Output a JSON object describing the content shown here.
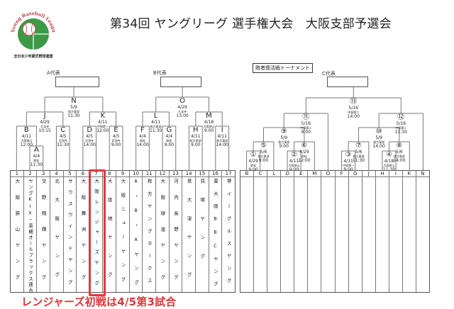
{
  "logo": {
    "arc_text": "Young Baseball League",
    "org": "全日本少年硬式野球連盟",
    "green": "#3a9a46",
    "red": "#c0393e"
  },
  "title": "第34回 ヤングリーグ 選手権大会　大阪支部予選会",
  "representatives": {
    "a": "A代表",
    "b": "B代表",
    "c": "C代表"
  },
  "loser_bracket_title": "敗者復活戦トーナメント",
  "teams": [
    {
      "no": "1",
      "name": "大阪狭山ヤング"
    },
    {
      "no": "2",
      "name": "ヤングKIX・高槻オールブラックス連合"
    },
    {
      "no": "3",
      "name": "交野翔輝ヤング"
    },
    {
      "no": "4",
      "name": "北大阪ヤング"
    },
    {
      "no": "5",
      "name": "サウスウインドヤング"
    },
    {
      "no": "6",
      "name": "大阪舞洲ヤング"
    },
    {
      "no": "7",
      "name": "大阪レンジャーズヤング"
    },
    {
      "no": "8",
      "name": "大阪暁ヤング"
    },
    {
      "no": "9",
      "name": "大阪ニューヤング"
    },
    {
      "no": "10",
      "name": "R・B・Aヤング"
    },
    {
      "no": "11",
      "name": "枚方ヤングホークス"
    },
    {
      "no": "12",
      "name": "大阪球道ヤング"
    },
    {
      "no": "13",
      "name": "河内長野ヤング"
    },
    {
      "no": "14",
      "name": "泉大津ヤング"
    },
    {
      "no": "15",
      "name": "貝塚ヤング"
    },
    {
      "no": "16",
      "name": "東大阪BBCヤング"
    },
    {
      "no": "17",
      "name": "堺イーグルスヤング"
    }
  ],
  "loser_slots": [
    "B",
    "C",
    "L",
    "D",
    "E",
    "M",
    "O",
    "F",
    "G",
    "J",
    "H",
    "I",
    "K",
    "N"
  ],
  "matches": {
    "A": {
      "id": "A",
      "date": "4/4",
      "venue": "助松",
      "time": "11:30"
    },
    "B": {
      "id": "B",
      "date": "4/11",
      "venue": "大阪狭山",
      "time": "12:00"
    },
    "C": {
      "id": "C",
      "date": "4/5",
      "venue": "忍頂寺",
      "time": "11:30"
    },
    "D": {
      "id": "D",
      "date": "4/5",
      "venue": "忍頂寺",
      "time": "14:00"
    },
    "E": {
      "id": "E",
      "date": "4/5",
      "venue": "忍頂寺",
      "time": "9:00"
    },
    "J": {
      "id": "J",
      "date": "4/29",
      "venue": "久宝寺",
      "time": "10:15"
    },
    "K": {
      "id": "K",
      "date": "4/11",
      "venue": "中振第一",
      "time": "12:00"
    },
    "N": {
      "id": "N",
      "date": "5/9",
      "venue": "枚方東部",
      "time": "11:30"
    },
    "F": {
      "id": "F",
      "date": "4/4",
      "venue": "助松",
      "time": "14:00"
    },
    "G": {
      "id": "G",
      "date": "4/4",
      "venue": "助松",
      "time": "9:00"
    },
    "H": {
      "id": "H",
      "date": "4/11",
      "venue": "枚方東部",
      "time": "9:00"
    },
    "I": {
      "id": "I",
      "date": "4/11",
      "venue": "枚方東部",
      "time": "14:00"
    },
    "L": {
      "id": "L",
      "date": "4/11",
      "venue": "枚方東部",
      "time": "11:30"
    },
    "M": {
      "id": "M",
      "date": "4/18",
      "venue": "大阪狭山",
      "time": "9:00"
    },
    "O": {
      "id": "O",
      "date": "4/29",
      "venue": "久宝寺",
      "time": "13:00"
    },
    "r1": {
      "id": "①",
      "date": "4/29",
      "venue": "助松",
      "time": "9:00"
    },
    "r2": {
      "id": "②",
      "date": "4/11",
      "venue": "大阪狭山",
      "time": "9:00"
    },
    "r3": {
      "id": "③",
      "date": "4/11",
      "venue": "中振第一",
      "time": "9:00"
    },
    "r4": {
      "id": "④",
      "date": "4/18",
      "venue": "大阪狭山",
      "time": "11:30"
    },
    "r5": {
      "id": "⑤",
      "date": "5/6",
      "venue": "枚方東部",
      "time": "9:00"
    },
    "r6": {
      "id": "⑥",
      "date": "4/29",
      "venue": "助松",
      "time": "12:00"
    },
    "r7": {
      "id": "⑦",
      "date": "5/6",
      "venue": "枚方東部",
      "time": "11:30"
    },
    "r8": {
      "id": "⑧",
      "date": "5/6",
      "venue": "枚方東部",
      "time": "14:00"
    },
    "r9": {
      "id": "⑨",
      "date": "5/9",
      "venue": "枚方東部",
      "time": "9:00"
    },
    "r10": {
      "id": "⑩",
      "date": "5/9",
      "venue": "枚方東部",
      "time": "14:00"
    },
    "r11": {
      "id": "⑪",
      "date": "5/16",
      "venue": "中振第二",
      "time": "9:00"
    },
    "r12": {
      "id": "⑫",
      "date": "5/16",
      "venue": "中振第二",
      "time": "11:30"
    },
    "r13": {
      "id": "⑬",
      "date": "5/16",
      "venue": "中振第二",
      "time": "14:00"
    }
  },
  "highlight_team_no": "7",
  "caption": "レンジャーズ初戦は4/5第3試合",
  "colors": {
    "highlight": "#e0393e",
    "line": "#777777"
  }
}
